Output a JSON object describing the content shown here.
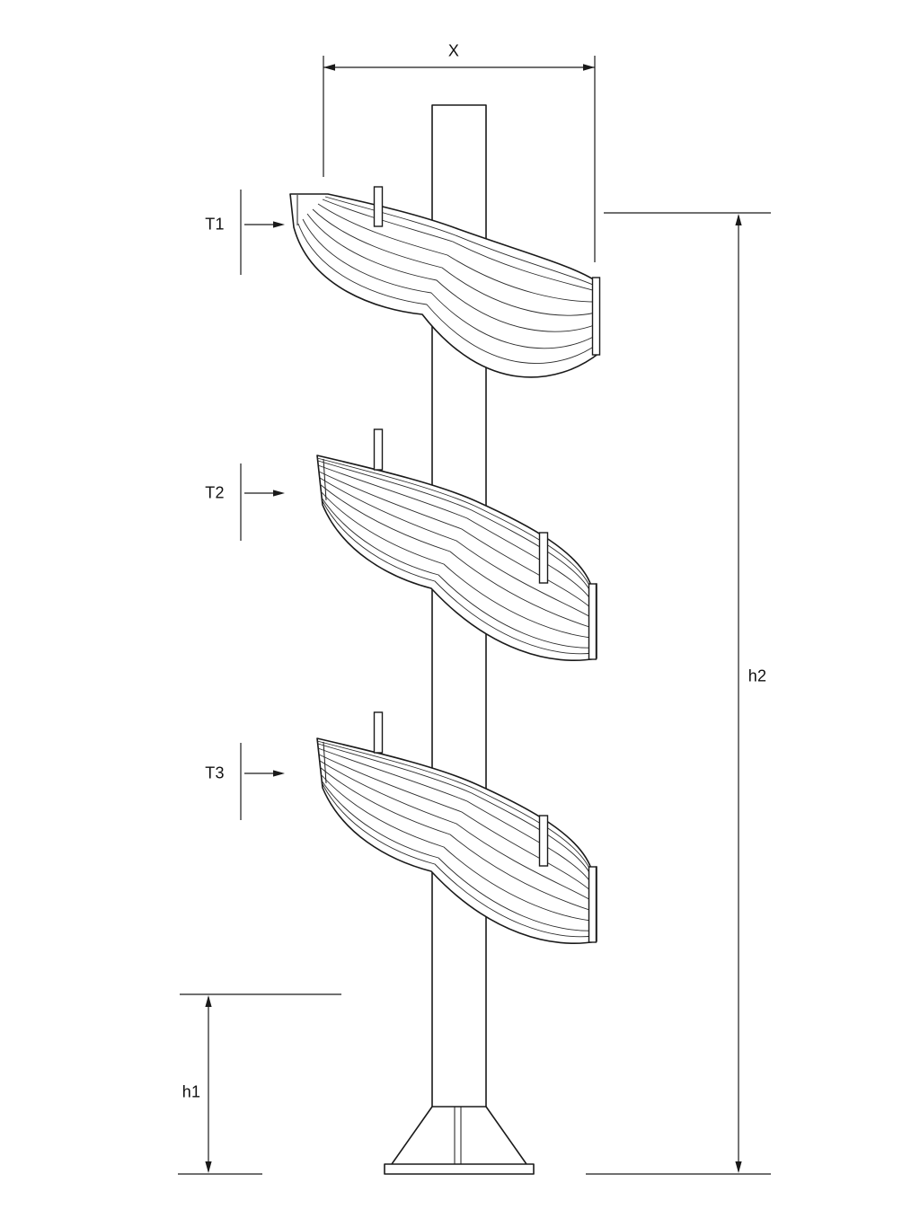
{
  "diagram": {
    "labels": {
      "x": "X",
      "t1": "T1",
      "t2": "T2",
      "t3": "T3",
      "h1": "h1",
      "h2": "h2"
    },
    "colors": {
      "line": "#1a1a1a",
      "background": "#ffffff"
    }
  }
}
